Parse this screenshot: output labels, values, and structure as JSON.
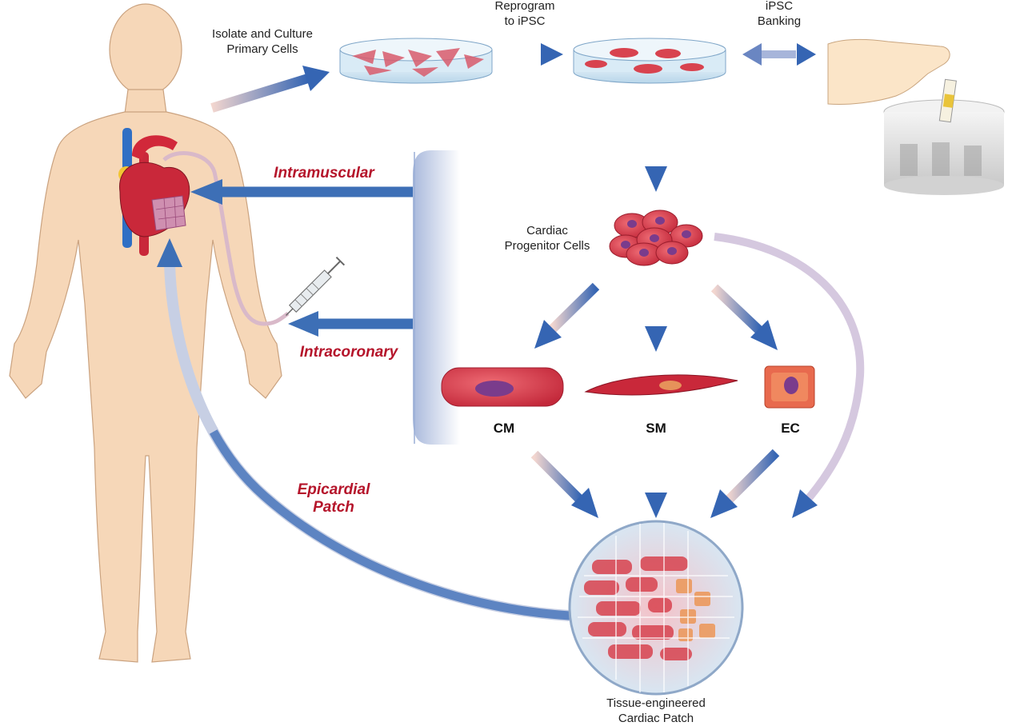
{
  "labels": {
    "isolate": [
      "Isolate and Culture",
      "Primary Cells"
    ],
    "reprogram": [
      "Reprogram",
      "to iPSC"
    ],
    "banking": [
      "iPSC",
      "Banking"
    ],
    "progenitor": [
      "Cardiac",
      "Progenitor Cells"
    ],
    "patch": [
      "Tissue-engineered",
      "Cardiac Patch"
    ]
  },
  "routes": {
    "intramuscular": "Intramuscular",
    "intracoronary": "Intracoronary",
    "epicardial": [
      "Epicardial",
      "Patch"
    ]
  },
  "cells": {
    "cm": "CM",
    "sm": "SM",
    "ec": "EC"
  },
  "colors": {
    "arrow_blue": "#3d6fb6",
    "route_red": "#b5152b",
    "skin": "#f6d7b8",
    "cell_red": "#d8434f"
  }
}
